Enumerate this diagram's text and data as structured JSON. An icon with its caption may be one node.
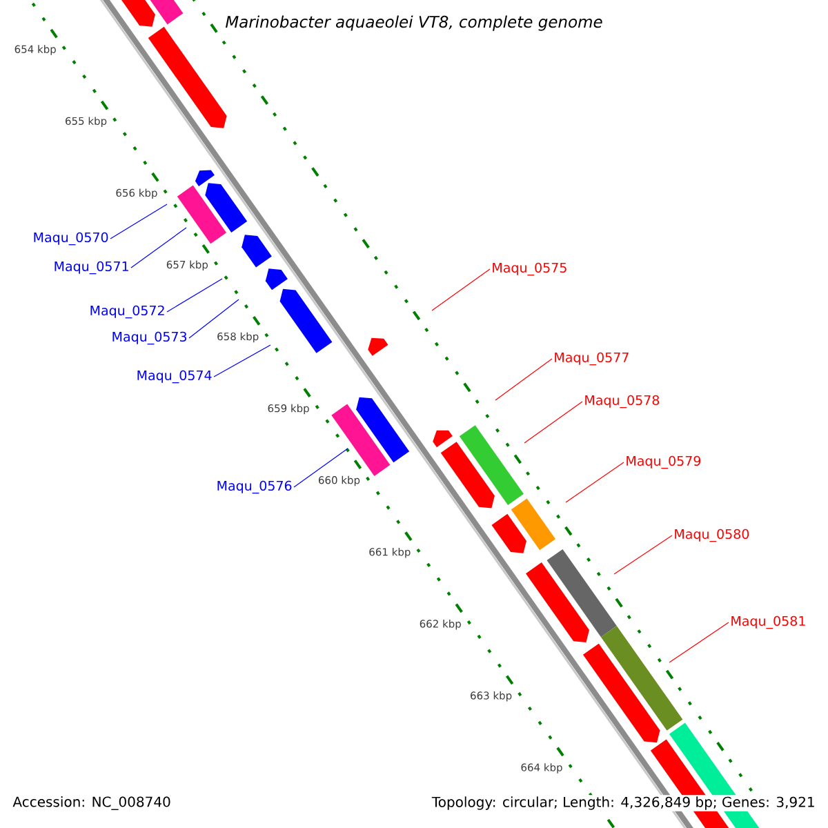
{
  "diagram": {
    "title": "Marinobacter aquaeolei VT8, complete genome",
    "nodes": [
      {
        "text": [
          "Maqu_0570"
        ]
      },
      {
        "text": [
          "Maqu_0571"
        ]
      },
      {
        "text": [
          "Maqu_0572"
        ]
      },
      {
        "text": [
          "Maqu_0573"
        ]
      },
      {
        "text": [
          "Maqu_0574"
        ]
      },
      {
        "text": [
          "Maqu_0576"
        ]
      },
      {
        "text": [
          "Maqu_0575"
        ]
      },
      {
        "text": [
          "Maqu_0577"
        ]
      },
      {
        "text": [
          "Maqu_0578"
        ]
      },
      {
        "text": [
          "Maqu_0579"
        ]
      },
      {
        "text": [
          "Maqu_0580"
        ]
      },
      {
        "text": [
          "Maqu_0581"
        ]
      }
    ],
    "edges": [
      {
        "from": 0,
        "to": null,
        "arrow": "none",
        "color": "#0000ff"
      },
      {
        "from": 1,
        "to": null,
        "arrow": "none",
        "color": "#0000ff"
      },
      {
        "from": 2,
        "to": null,
        "arrow": "none",
        "color": "#0000ff"
      },
      {
        "from": 3,
        "to": null,
        "arrow": "none",
        "color": "#0000ff"
      },
      {
        "from": 4,
        "to": null,
        "arrow": "none",
        "color": "#0000ff"
      },
      {
        "from": 5,
        "to": null,
        "arrow": "none",
        "color": "#0000ff"
      },
      {
        "from": 6,
        "to": null,
        "arrow": "none",
        "color": "#ff0000"
      },
      {
        "from": 7,
        "to": null,
        "arrow": "none",
        "color": "#ff0000"
      },
      {
        "from": 8,
        "to": null,
        "arrow": "none",
        "color": "#ff0000"
      },
      {
        "from": 9,
        "to": null,
        "arrow": "none",
        "color": "#ff0000"
      },
      {
        "from": 10,
        "to": null,
        "arrow": "none",
        "color": "#ff0000"
      },
      {
        "from": 11,
        "to": null,
        "arrow": "none",
        "color": "#ff0000"
      }
    ],
    "labels": [
      "654 kbp",
      "655 kbp",
      "656 kbp",
      "657 kbp",
      "658 kbp",
      "659 kbp",
      "660 kbp",
      "661 kbp",
      "662 kbp",
      "663 kbp",
      "664 kbp",
      "Accession: NC_008740",
      "Topology: circular; Length: 4,326,849 bp; Genes: 3,921"
    ]
  }
}
